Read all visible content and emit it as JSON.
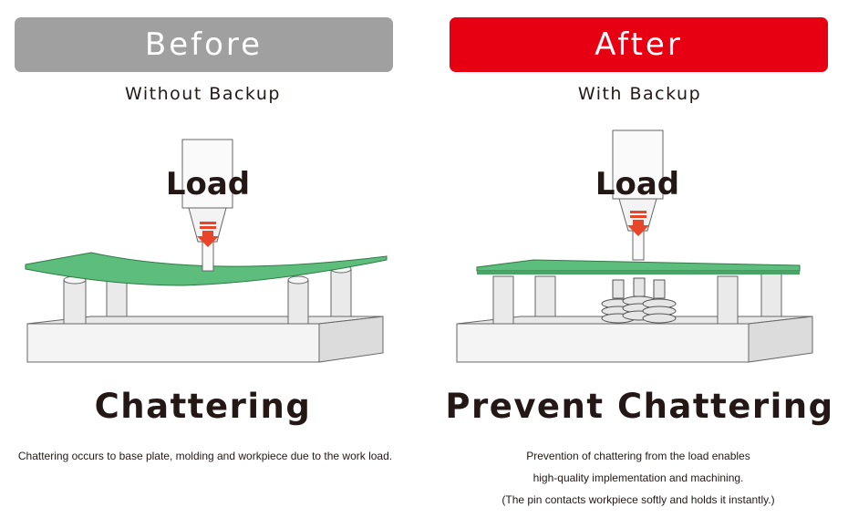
{
  "colors": {
    "before_banner": "#a0a0a0",
    "after_banner": "#e60012",
    "board": "#5cbd7c",
    "base": "#f2f2f2",
    "arrow": "#e8462a"
  },
  "before": {
    "banner": "Before",
    "subtitle": "Without Backup",
    "load_label": "Load",
    "result": "Chattering",
    "description": [
      "Chattering occurs to base plate, molding and workpiece due to the work load."
    ]
  },
  "after": {
    "banner": "After",
    "subtitle": "With Backup",
    "load_label": "Load",
    "result": "Prevent Chattering",
    "description": [
      "Prevention of chattering from the load enables",
      "high-quality implementation and machining.",
      "(The pin contacts workpiece softly and holds it instantly.)"
    ]
  }
}
